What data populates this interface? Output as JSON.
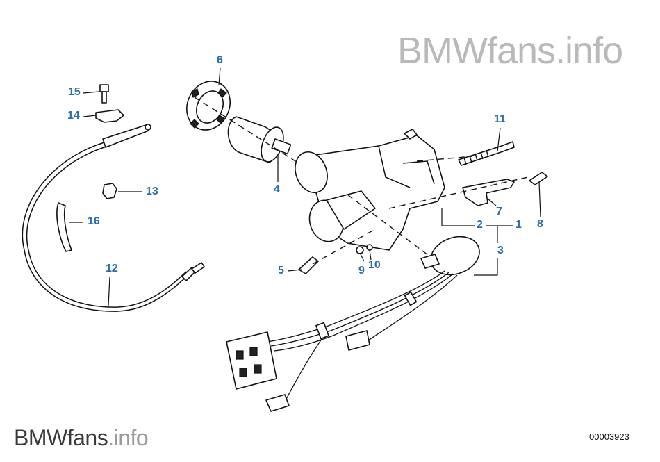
{
  "watermark": {
    "top": {
      "brand": "BMWfans",
      "tld": ".info"
    },
    "bottom": {
      "brand": "BMWfans",
      "tld": ".info"
    }
  },
  "diagram_id": "00003923",
  "callouts": [
    {
      "key": "c1",
      "label": "1"
    },
    {
      "key": "c2",
      "label": "2"
    },
    {
      "key": "c3",
      "label": "3"
    },
    {
      "key": "c4",
      "label": "4"
    },
    {
      "key": "c5",
      "label": "5"
    },
    {
      "key": "c6",
      "label": "6"
    },
    {
      "key": "c7",
      "label": "7"
    },
    {
      "key": "c8",
      "label": "8"
    },
    {
      "key": "c9",
      "label": "9"
    },
    {
      "key": "c10",
      "label": "10"
    },
    {
      "key": "c11",
      "label": "11"
    },
    {
      "key": "c12",
      "label": "12"
    },
    {
      "key": "c13",
      "label": "13"
    },
    {
      "key": "c14",
      "label": "14"
    },
    {
      "key": "c15",
      "label": "15"
    },
    {
      "key": "c16",
      "label": "16"
    }
  ],
  "colors": {
    "callout": "#2a6cab",
    "watermark": "#b9b9b9",
    "line": "#111111"
  }
}
